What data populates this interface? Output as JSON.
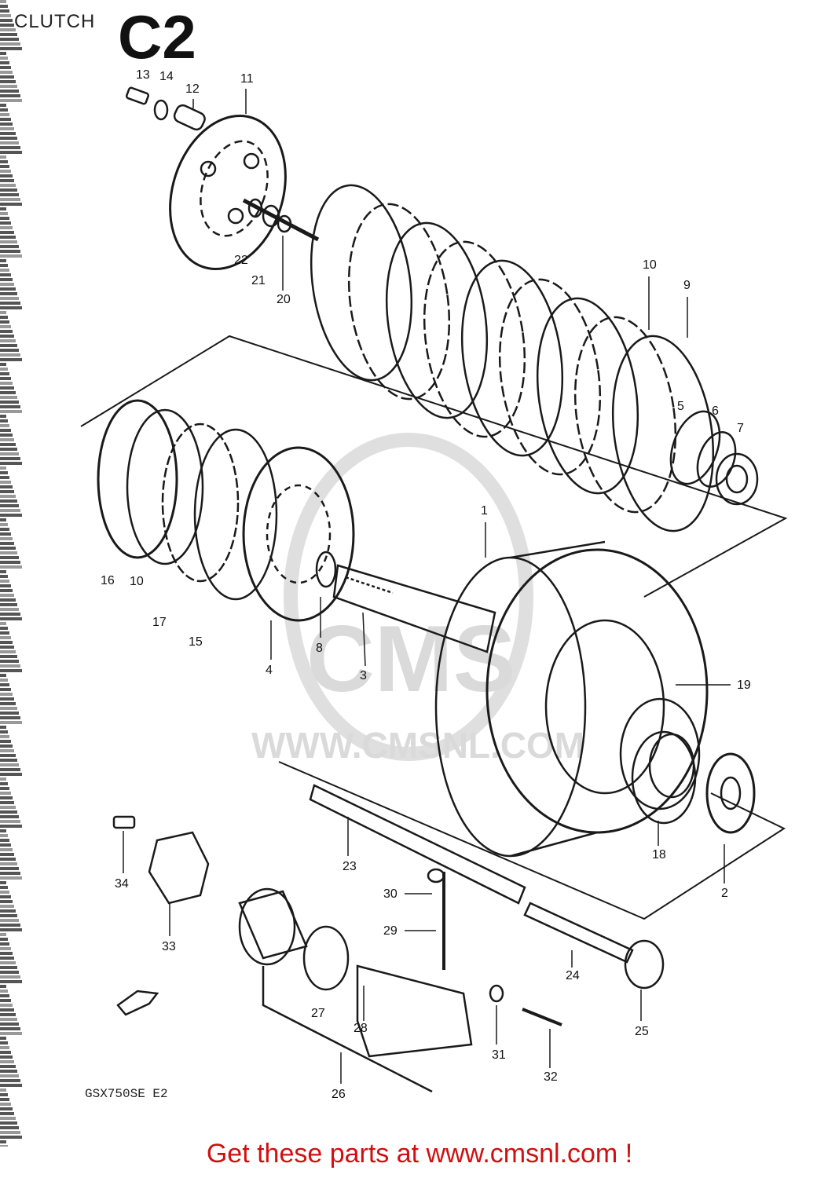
{
  "page": {
    "title": "CLUTCH",
    "section_code": "C2",
    "model_code": "GSX750SE E2",
    "footer_text": "Get these parts at www.cmsnl.com !",
    "watermark": {
      "brand": "CMS",
      "url": "WWW.CMSNL.COM"
    }
  },
  "parts": [
    {
      "id": "p1",
      "label": "1"
    },
    {
      "id": "p2",
      "label": "2"
    },
    {
      "id": "p3",
      "label": "3"
    },
    {
      "id": "p4",
      "label": "4"
    },
    {
      "id": "p5",
      "label": "5"
    },
    {
      "id": "p6",
      "label": "6"
    },
    {
      "id": "p7",
      "label": "7"
    },
    {
      "id": "p8",
      "label": "8"
    },
    {
      "id": "p9",
      "label": "9"
    },
    {
      "id": "p10a",
      "label": "10"
    },
    {
      "id": "p10b",
      "label": "10"
    },
    {
      "id": "p11",
      "label": "11"
    },
    {
      "id": "p12",
      "label": "12"
    },
    {
      "id": "p13",
      "label": "13"
    },
    {
      "id": "p14",
      "label": "14"
    },
    {
      "id": "p15",
      "label": "15"
    },
    {
      "id": "p16",
      "label": "16"
    },
    {
      "id": "p17",
      "label": "17"
    },
    {
      "id": "p18",
      "label": "18"
    },
    {
      "id": "p19",
      "label": "19"
    },
    {
      "id": "p20",
      "label": "20"
    },
    {
      "id": "p21",
      "label": "21"
    },
    {
      "id": "p22",
      "label": "22"
    },
    {
      "id": "p23",
      "label": "23"
    },
    {
      "id": "p24",
      "label": "24"
    },
    {
      "id": "p25",
      "label": "25"
    },
    {
      "id": "p26",
      "label": "26"
    },
    {
      "id": "p27",
      "label": "27"
    },
    {
      "id": "p28",
      "label": "28"
    },
    {
      "id": "p29",
      "label": "29"
    },
    {
      "id": "p30",
      "label": "30"
    },
    {
      "id": "p31",
      "label": "31"
    },
    {
      "id": "p32",
      "label": "32"
    },
    {
      "id": "p33",
      "label": "33"
    },
    {
      "id": "p34",
      "label": "34"
    }
  ],
  "colors": {
    "line": "#1a1a1a",
    "footer": "#d01010",
    "watermark": "#d6d6d6"
  }
}
